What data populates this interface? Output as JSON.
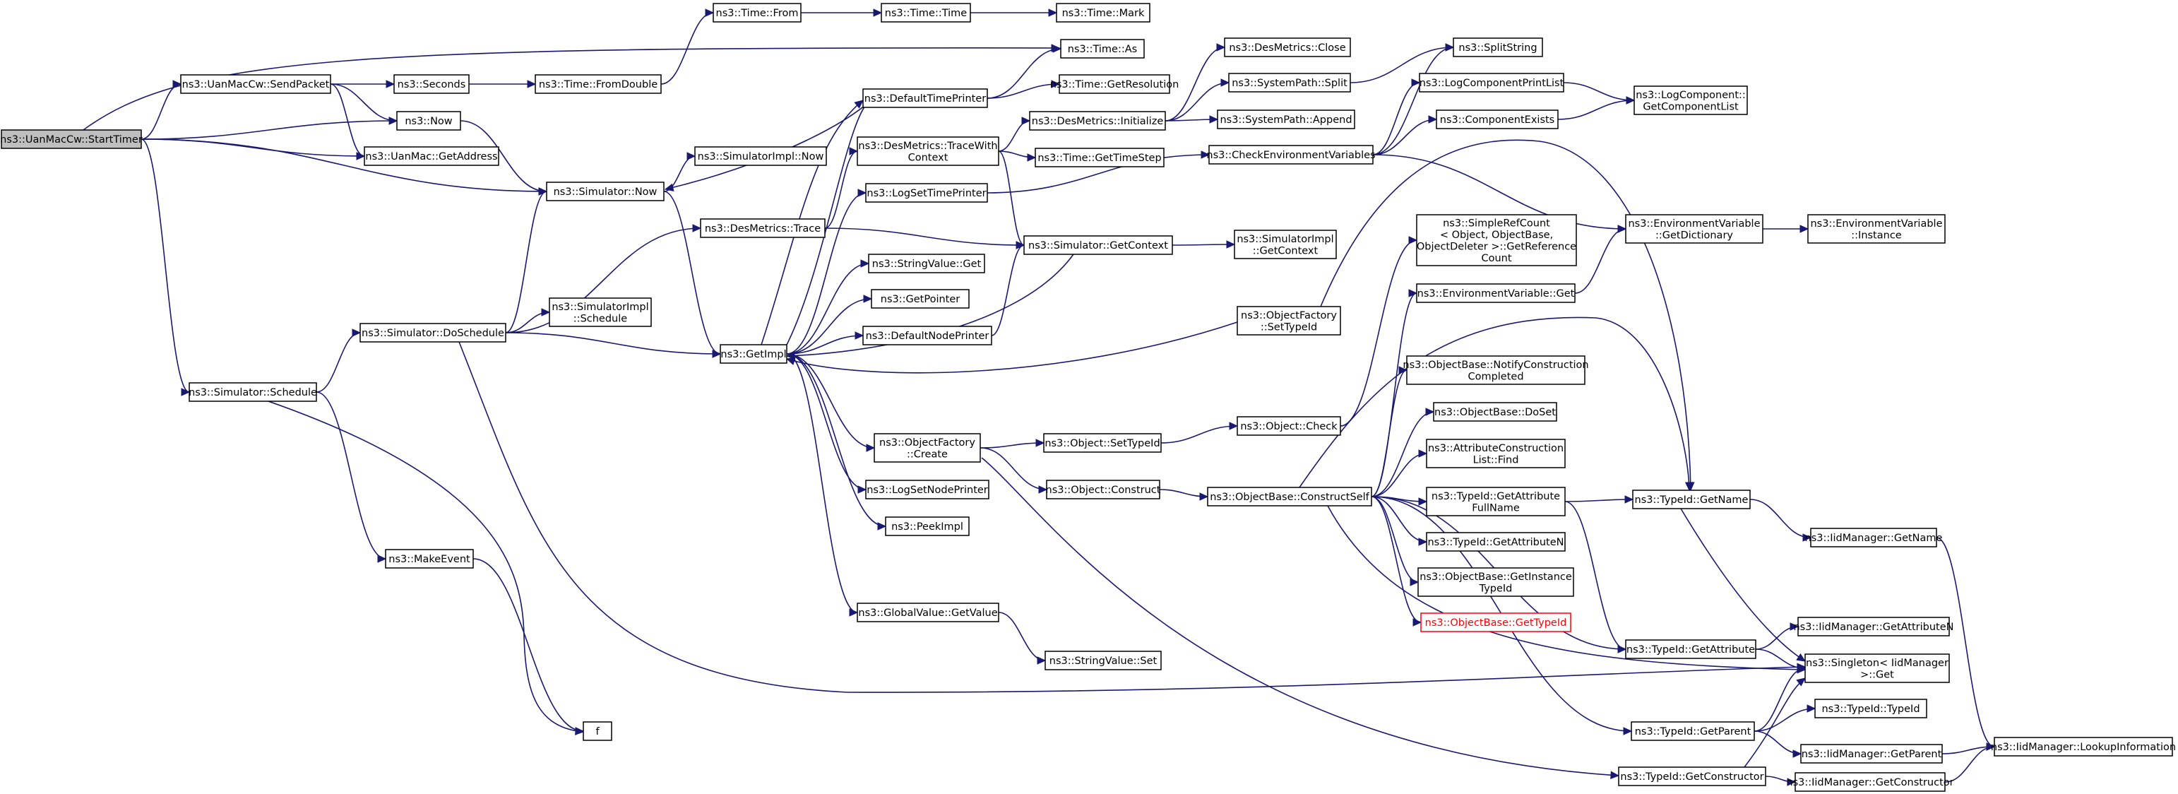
{
  "colors": {
    "edge": "#191970",
    "root_fill": "#bfbfbf",
    "node_border": "#000000",
    "missing_node": "#ff0000"
  },
  "nodes": [
    {
      "id": "start",
      "lines": [
        "ns3::UanMacCw::StartTimer"
      ]
    },
    {
      "id": "sendpacket",
      "lines": [
        "ns3::UanMacCw::SendPacket"
      ]
    },
    {
      "id": "seconds",
      "lines": [
        "ns3::Seconds"
      ]
    },
    {
      "id": "fromdouble",
      "lines": [
        "ns3::Time::FromDouble"
      ]
    },
    {
      "id": "from",
      "lines": [
        "ns3::Time::From"
      ]
    },
    {
      "id": "time",
      "lines": [
        "ns3::Time::Time"
      ]
    },
    {
      "id": "mark",
      "lines": [
        "ns3::Time::Mark"
      ]
    },
    {
      "id": "as",
      "lines": [
        "ns3::Time::As"
      ]
    },
    {
      "id": "now",
      "lines": [
        "ns3::Now"
      ]
    },
    {
      "id": "getaddress",
      "lines": [
        "ns3::UanMac::GetAddress"
      ]
    },
    {
      "id": "simnow",
      "lines": [
        "ns3::Simulator::Now"
      ]
    },
    {
      "id": "simimplnow",
      "lines": [
        "ns3::SimulatorImpl::Now"
      ]
    },
    {
      "id": "schedule",
      "lines": [
        "ns3::Simulator::Schedule"
      ]
    },
    {
      "id": "doschedule",
      "lines": [
        "ns3::Simulator::DoSchedule"
      ]
    },
    {
      "id": "simimplschedule",
      "lines": [
        "ns3::SimulatorImpl",
        "::Schedule"
      ]
    },
    {
      "id": "makeevent",
      "lines": [
        "ns3::MakeEvent"
      ]
    },
    {
      "id": "f",
      "lines": [
        "f"
      ]
    },
    {
      "id": "desmtrace",
      "lines": [
        "ns3::DesMetrics::Trace"
      ]
    },
    {
      "id": "getimpl",
      "lines": [
        "ns3::GetImpl"
      ]
    },
    {
      "id": "defaulttimeprinter",
      "lines": [
        "ns3::DefaultTimePrinter"
      ]
    },
    {
      "id": "getresolution",
      "lines": [
        "ns3::Time::GetResolution"
      ]
    },
    {
      "id": "tracewithcontext",
      "lines": [
        "ns3::DesMetrics::TraceWith",
        "Context"
      ]
    },
    {
      "id": "logsettimeprinter",
      "lines": [
        "ns3::LogSetTimePrinter"
      ]
    },
    {
      "id": "stringvalueget",
      "lines": [
        "ns3::StringValue::Get"
      ]
    },
    {
      "id": "getpointer",
      "lines": [
        "ns3::GetPointer"
      ]
    },
    {
      "id": "defaultnodeprinter",
      "lines": [
        "ns3::DefaultNodePrinter"
      ]
    },
    {
      "id": "objfactorycreate",
      "lines": [
        "ns3::ObjectFactory",
        "::Create"
      ]
    },
    {
      "id": "logsetnodeprinter",
      "lines": [
        "ns3::LogSetNodePrinter"
      ]
    },
    {
      "id": "peekimpl",
      "lines": [
        "ns3::PeekImpl"
      ]
    },
    {
      "id": "globalvaluegetvalue",
      "lines": [
        "ns3::GlobalValue::GetValue"
      ]
    },
    {
      "id": "stringvalueset",
      "lines": [
        "ns3::StringValue::Set"
      ]
    },
    {
      "id": "desminitialize",
      "lines": [
        "ns3::DesMetrics::Initialize"
      ]
    },
    {
      "id": "gettimestep",
      "lines": [
        "ns3::Time::GetTimeStep"
      ]
    },
    {
      "id": "simgetcontext",
      "lines": [
        "ns3::Simulator::GetContext"
      ]
    },
    {
      "id": "simimplgetcontext",
      "lines": [
        "ns3::SimulatorImpl",
        "::GetContext"
      ]
    },
    {
      "id": "desmclose",
      "lines": [
        "ns3::DesMetrics::Close"
      ]
    },
    {
      "id": "syspathsplit",
      "lines": [
        "ns3::SystemPath::Split"
      ]
    },
    {
      "id": "syspathappend",
      "lines": [
        "ns3::SystemPath::Append"
      ]
    },
    {
      "id": "checkenv",
      "lines": [
        "ns3::CheckEnvironmentVariables"
      ]
    },
    {
      "id": "splitstring",
      "lines": [
        "ns3::SplitString"
      ]
    },
    {
      "id": "logcompprintlist",
      "lines": [
        "ns3::LogComponentPrintList"
      ]
    },
    {
      "id": "componentexists",
      "lines": [
        "ns3::ComponentExists"
      ]
    },
    {
      "id": "logcompgetlist",
      "lines": [
        "ns3::LogComponent::",
        "GetComponentList"
      ]
    },
    {
      "id": "envvargetdict",
      "lines": [
        "ns3::EnvironmentVariable",
        "::GetDictionary"
      ]
    },
    {
      "id": "envvarinstance",
      "lines": [
        "ns3::EnvironmentVariable",
        "::Instance"
      ]
    },
    {
      "id": "simplerefcount",
      "lines": [
        "ns3::SimpleRefCount",
        "< Object, ObjectBase,",
        "ObjectDeleter >::GetReference",
        "Count"
      ]
    },
    {
      "id": "envvarget",
      "lines": [
        "ns3::EnvironmentVariable::Get"
      ]
    },
    {
      "id": "objfactorysettypeid",
      "lines": [
        "ns3::ObjectFactory",
        "::SetTypeId"
      ]
    },
    {
      "id": "objsettypeid",
      "lines": [
        "ns3::Object::SetTypeId"
      ]
    },
    {
      "id": "objcheck",
      "lines": [
        "ns3::Object::Check"
      ]
    },
    {
      "id": "objconstruct",
      "lines": [
        "ns3::Object::Construct"
      ]
    },
    {
      "id": "constructself",
      "lines": [
        "ns3::ObjectBase::ConstructSelf"
      ]
    },
    {
      "id": "notifyconstruction",
      "lines": [
        "ns3::ObjectBase::NotifyConstruction",
        "Completed"
      ]
    },
    {
      "id": "doset",
      "lines": [
        "ns3::ObjectBase::DoSet"
      ]
    },
    {
      "id": "attrconstructfind",
      "lines": [
        "ns3::AttributeConstruction",
        "List::Find"
      ]
    },
    {
      "id": "getattrfullname",
      "lines": [
        "ns3::TypeId::GetAttribute",
        "FullName"
      ]
    },
    {
      "id": "getattributen",
      "lines": [
        "ns3::TypeId::GetAttributeN"
      ]
    },
    {
      "id": "getinstancetypeid",
      "lines": [
        "ns3::ObjectBase::GetInstance",
        "TypeId"
      ]
    },
    {
      "id": "objbasegettypeid",
      "lines": [
        "ns3::ObjectBase::GetTypeId"
      ]
    },
    {
      "id": "typeidgetname",
      "lines": [
        "ns3::TypeId::GetName"
      ]
    },
    {
      "id": "iidgetname",
      "lines": [
        "ns3::IidManager::GetName"
      ]
    },
    {
      "id": "typeidgetattribute",
      "lines": [
        "ns3::TypeId::GetAttribute"
      ]
    },
    {
      "id": "iidgetattributen",
      "lines": [
        "ns3::IidManager::GetAttributeN"
      ]
    },
    {
      "id": "singletonget",
      "lines": [
        "ns3::Singleton< IidManager",
        "  >::Get"
      ]
    },
    {
      "id": "typeidtypeid",
      "lines": [
        "ns3::TypeId::TypeId"
      ]
    },
    {
      "id": "typeidgetparent",
      "lines": [
        "ns3::TypeId::GetParent"
      ]
    },
    {
      "id": "iidgetparent",
      "lines": [
        "ns3::IidManager::GetParent"
      ]
    },
    {
      "id": "iidlookup",
      "lines": [
        "ns3::IidManager::LookupInformation"
      ]
    },
    {
      "id": "typeidgetconstructor",
      "lines": [
        "ns3::TypeId::GetConstructor"
      ]
    },
    {
      "id": "iidgetconstructor",
      "lines": [
        "ns3::IidManager::GetConstructor"
      ]
    }
  ],
  "edges": [
    [
      "start",
      "sendpacket"
    ],
    [
      "start",
      "as"
    ],
    [
      "start",
      "now"
    ],
    [
      "start",
      "getaddress"
    ],
    [
      "start",
      "simnow"
    ],
    [
      "start",
      "schedule"
    ],
    [
      "sendpacket",
      "seconds"
    ],
    [
      "sendpacket",
      "now"
    ],
    [
      "sendpacket",
      "getaddress"
    ],
    [
      "seconds",
      "fromdouble"
    ],
    [
      "fromdouble",
      "from"
    ],
    [
      "from",
      "time"
    ],
    [
      "time",
      "mark"
    ],
    [
      "now",
      "simnow"
    ],
    [
      "simnow",
      "simimplnow"
    ],
    [
      "simnow",
      "getimpl"
    ],
    [
      "schedule",
      "doschedule"
    ],
    [
      "schedule",
      "makeevent"
    ],
    [
      "schedule",
      "f"
    ],
    [
      "makeevent",
      "f"
    ],
    [
      "doschedule",
      "simnow"
    ],
    [
      "doschedule",
      "desmtrace"
    ],
    [
      "doschedule",
      "simimplschedule"
    ],
    [
      "doschedule",
      "getimpl"
    ],
    [
      "doschedule",
      "singletonget"
    ],
    [
      "desmtrace",
      "tracewithcontext"
    ],
    [
      "desmtrace",
      "simgetcontext"
    ],
    [
      "getimpl",
      "simnow"
    ],
    [
      "getimpl",
      "defaulttimeprinter"
    ],
    [
      "getimpl",
      "logsettimeprinter"
    ],
    [
      "getimpl",
      "stringvalueget"
    ],
    [
      "getimpl",
      "getpointer"
    ],
    [
      "getimpl",
      "defaultnodeprinter"
    ],
    [
      "getimpl",
      "objfactorycreate"
    ],
    [
      "getimpl",
      "logsetnodeprinter"
    ],
    [
      "getimpl",
      "peekimpl"
    ],
    [
      "getimpl",
      "globalvaluegetvalue"
    ],
    [
      "defaulttimeprinter",
      "as"
    ],
    [
      "defaulttimeprinter",
      "getresolution"
    ],
    [
      "tracewithcontext",
      "desminitialize"
    ],
    [
      "tracewithcontext",
      "gettimestep"
    ],
    [
      "tracewithcontext",
      "simgetcontext"
    ],
    [
      "desminitialize",
      "desmclose"
    ],
    [
      "desminitialize",
      "syspathsplit"
    ],
    [
      "desminitialize",
      "syspathappend"
    ],
    [
      "syspathsplit",
      "splitstring"
    ],
    [
      "logsettimeprinter",
      "checkenv"
    ],
    [
      "checkenv",
      "splitstring"
    ],
    [
      "checkenv",
      "logcompprintlist"
    ],
    [
      "checkenv",
      "componentexists"
    ],
    [
      "checkenv",
      "envvargetdict"
    ],
    [
      "logcompprintlist",
      "logcompgetlist"
    ],
    [
      "componentexists",
      "logcompgetlist"
    ],
    [
      "envvargetdict",
      "envvarinstance"
    ],
    [
      "simgetcontext",
      "simimplgetcontext"
    ],
    [
      "simgetcontext",
      "getimpl"
    ],
    [
      "defaultnodeprinter",
      "simgetcontext"
    ],
    [
      "globalvaluegetvalue",
      "stringvalueset"
    ],
    [
      "objfactorycreate",
      "objsettypeid"
    ],
    [
      "objfactorycreate",
      "objconstruct"
    ],
    [
      "objfactorycreate",
      "typeidgetconstructor"
    ],
    [
      "objsettypeid",
      "objcheck"
    ],
    [
      "objcheck",
      "simplerefcount"
    ],
    [
      "objconstruct",
      "constructself"
    ],
    [
      "objfactorysettypeid",
      "getimpl"
    ],
    [
      "objfactorysettypeid",
      "typeidgetname"
    ],
    [
      "constructself",
      "envvarget"
    ],
    [
      "constructself",
      "notifyconstruction"
    ],
    [
      "constructself",
      "doset"
    ],
    [
      "constructself",
      "attrconstructfind"
    ],
    [
      "constructself",
      "getattrfullname"
    ],
    [
      "constructself",
      "getattributen"
    ],
    [
      "constructself",
      "getinstancetypeid"
    ],
    [
      "constructself",
      "objbasegettypeid"
    ],
    [
      "constructself",
      "typeidgetattribute"
    ],
    [
      "constructself",
      "typeidgetparent"
    ],
    [
      "constructself",
      "singletonget"
    ],
    [
      "constructself",
      "typeidgetname"
    ],
    [
      "envvarget",
      "envvargetdict"
    ],
    [
      "getattrfullname",
      "typeidgetname"
    ],
    [
      "getattrfullname",
      "typeidgetattribute"
    ],
    [
      "typeidgetname",
      "iidgetname"
    ],
    [
      "typeidgetname",
      "singletonget"
    ],
    [
      "iidgetname",
      "iidlookup"
    ],
    [
      "typeidgetattribute",
      "iidgetattributen"
    ],
    [
      "typeidgetattribute",
      "singletonget"
    ],
    [
      "typeidgetparent",
      "singletonget"
    ],
    [
      "typeidgetparent",
      "typeidtypeid"
    ],
    [
      "typeidgetparent",
      "iidgetparent"
    ],
    [
      "iidgetparent",
      "iidlookup"
    ],
    [
      "typeidgetconstructor",
      "singletonget"
    ],
    [
      "typeidgetconstructor",
      "iidgetconstructor"
    ],
    [
      "iidgetconstructor",
      "iidlookup"
    ]
  ]
}
